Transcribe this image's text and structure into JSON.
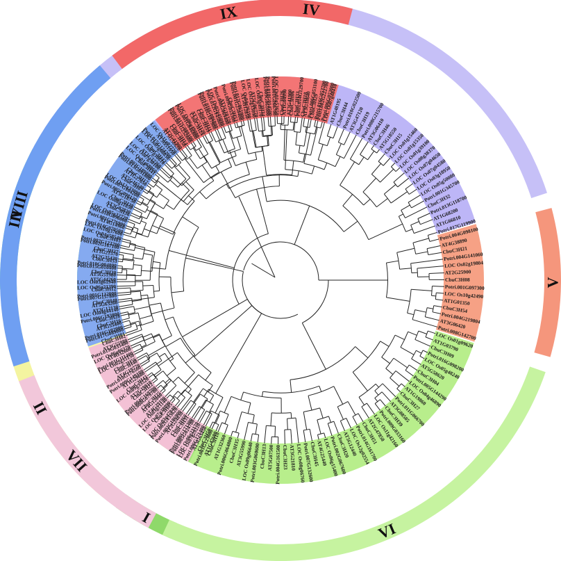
{
  "clades": [
    {
      "id": "I",
      "start": 202,
      "end": 217,
      "band_color": "#8fd96a",
      "label_fill": "#a6e57d"
    },
    {
      "id": "II",
      "start": 218,
      "end": 266,
      "band_color": "#f4f4a0",
      "label_fill": "#f7f7a8"
    },
    {
      "id": "III",
      "start": 267,
      "end": 299,
      "band_color": "#7ef08e",
      "label_fill": "#76e887"
    },
    {
      "id": "IV",
      "start": 300,
      "end": 433,
      "band_color": "#c6c0f7",
      "label_fill": "#bdb6f7"
    },
    {
      "id": "V",
      "start": 434,
      "end": 467,
      "band_color": "#f5967c",
      "label_fill": "#f6a185"
    },
    {
      "id": "VI",
      "start": 468,
      "end": 566,
      "band_color": "#c6f3a0",
      "label_fill": "#b8ee8c"
    },
    {
      "id": "VII",
      "start": 567,
      "end": 610,
      "band_color": "#f2c7da",
      "label_fill": "#f3c1d5"
    },
    {
      "id": "VIII",
      "start": 611,
      "end": 681,
      "band_color": "#6f9ff2",
      "label_fill": "#85aaf0"
    },
    {
      "id": "IX",
      "start": 682,
      "end": 736,
      "band_color": "#f26868",
      "label_fill": "#f37575"
    }
  ],
  "leaves": [
    "AT1G47680",
    "CbuC3H50",
    "Potri.006G171400",
    "LOC Os06g23170",
    "Potri.006G171300",
    "CbuC3H60",
    "Potri.003G186900",
    "LOC Os03g47840",
    "LOC Os07g38090",
    "AT4G29190",
    "CbuC3H25",
    "Potri.004G169700",
    "AT2G19810",
    "CbuC3H43",
    "Potri.009G149100",
    "AT4G19770",
    "CbuC3H56",
    "Potri.001G111400",
    "LOC Os06g06370",
    "AT3G55980",
    "CbuC3H01",
    "Potri.016G102000",
    "CbuC3H16",
    "Potri.006G193800",
    "AT3G12130",
    "CbuC3H48",
    "Potri.001G132000",
    "LOC Os06g21390",
    "AT5G44260",
    "CbuC3H30",
    "Potri.010G004800",
    "AT2G35430",
    "CbuC3H37",
    "Potri.002G123200",
    "LOC Os04g58540",
    "Potri.014G070500",
    "Potri.001G276900",
    "LOC Os05g32720",
    "AT3G02830",
    "CbuC3H38",
    "Potri.005G098120",
    "LOC Os12g33090",
    "AT5G16540",
    "CbuC3H17",
    "Potri.003G189800",
    "LOC Os01g68860",
    "AT1G32360",
    "CbuC3H42",
    "Potri.015G124200",
    "LOC Os11g02720",
    "AT2G41900",
    "CbuC3H14",
    "Potri.017G089100",
    "LOC Os06g49080",
    "AT3G51120",
    "CbuC3H11",
    "Potri.016G086800",
    "LOC Os02g45090",
    "AT1G10320",
    "CbuC3H52",
    "Potri.012G065900",
    "LOC Os04g36190",
    "AT5G06770",
    "CbuC3H34",
    "Potri.018G014500",
    "LOC Os01g53650",
    "AT1G04990",
    "CbuC3H06",
    "Potri.014G129700",
    "AT3G18640",
    "CbuC3H29",
    "Potri.002G222700",
    "LOC Os07g48410",
    "AT1G48195",
    "CbuC3H44",
    "Potri.010G022500",
    "AT3G47120",
    "CbuC3H19",
    "Potri.008G215700",
    "AT3G06410",
    "CbuC3H46",
    "AT5G18550",
    "CbuC3H15",
    "LOC Os01g15460",
    "LOC Os01g15350",
    "LOC Os01g39100",
    "LOC Os08g38370",
    "LOC Os07g04650",
    "LOC Os07g04580",
    "LOC Os03g18950",
    "LOC Os05g50080",
    "Potri.001G345700",
    "CbuC3H32",
    "Potri.013G118700",
    "AT1G68200",
    "AT1G66810",
    "Potri.017G119900",
    "Potri.004G098100",
    "AT4G38890",
    "CbuC3H21",
    "Potri.004G141060",
    "LOC Os02g19804",
    "AT2G25900",
    "CbuC3H08",
    "Potri.001G097300",
    "LOC Os10g42490",
    "AT1G01350",
    "CbuC3H54",
    "Potri.004G219804",
    "AT3G06420",
    "Potri.008G142700",
    "LOC Os01g09620",
    "AT1G03790",
    "CbuC3H09",
    "Potri.016G098200",
    "LOC Os05g48240",
    "AT5G58620",
    "CbuC3H04",
    "Potri.005G144290",
    "LOC Os04g46890",
    "AT1G19860",
    "CbuC3H27",
    "Potri.011G066700",
    "AT3G08505",
    "CbuC3H39",
    "Potri.009G033160",
    "LOC Os11g42160",
    "AT2G47850",
    "CbuC3H51",
    "Potri.014G161700",
    "LOC Os12g02554",
    "AT5G12440",
    "CbuC3H20",
    "Potri.002G067600",
    "LOC Os06g15400",
    "AT4G25440",
    "CbuC3H45",
    "Potri.007G132600",
    "LOC Os08g06760",
    "AT3G21810",
    "CbuC3H23",
    "Potri.004G161500",
    "AT5G07500",
    "CbuC3H13",
    "Potri.003G060600",
    "LOC Os09g06640",
    "AT3G55990",
    "CbuC3H35",
    "Potri.006G064800",
    "AT1G32360",
    "CbuC3H10",
    "Potri.001G123600",
    "AT3G63450",
    "LOC Os07g29220",
    "Potri.005G024700",
    "CbuC3H31",
    "AT2G24830",
    "Potri.002G133620",
    "CbuC3H05",
    "LOC Os03g21140",
    "AT4G12040",
    "Potri.008G079700",
    "CbuC3H22",
    "LOC Os09g33520",
    "AT1G29600",
    "Potri.010G176500",
    "CbuC3H40",
    "LOC Os02g35150",
    "AT4G32600",
    "Potri.019G035400",
    "CbuC3H02",
    "Potri.017G089000",
    "AT3G55400",
    "CbuC3H28",
    "LOC Os04g44140",
    "AT5G63260",
    "Potri.007G157800",
    "CbuC3H12",
    "LOC Os03g61940",
    "AT5G51980",
    "Potri.015G010400",
    "CbuC3H53",
    "AT1G21570",
    "Potri.002G167100",
    "CbuC3H03",
    "LOC Os10g37600",
    "AT4G14960",
    "Potri.018G096000",
    "CbuC3H36",
    "LOC Os08g11850",
    "AT3G18750",
    "Potri.007G104200",
    "CbuC3H07",
    "AT1G27650",
    "Potri.013G091800",
    "CbuC3H41",
    "LOC Os07g30100",
    "LOC Os07g30610",
    "LOC Os05g08830",
    "AT3G51950",
    "AT5G58620",
    "CbuC3H58",
    "Potri.001G252600",
    "Potri.001G046800",
    "CbuC3H24",
    "CbuC3H59",
    "Potri.010G187900",
    "Potri.012G145800",
    "Potri.008G069400",
    "Potri.009G053300",
    "Potri.001G258400",
    "AT5G12850",
    "LOC Os12g33090",
    "LOC Os03g49170",
    "Potri.009G061000",
    "Potri.001G266700",
    "CbuC3H26",
    "AT3G41900",
    "CbuC3H33",
    "CbuC3H18",
    "Potri.006G053100",
    "Potri.016G053700",
    "Potri.006G053000"
  ]
}
